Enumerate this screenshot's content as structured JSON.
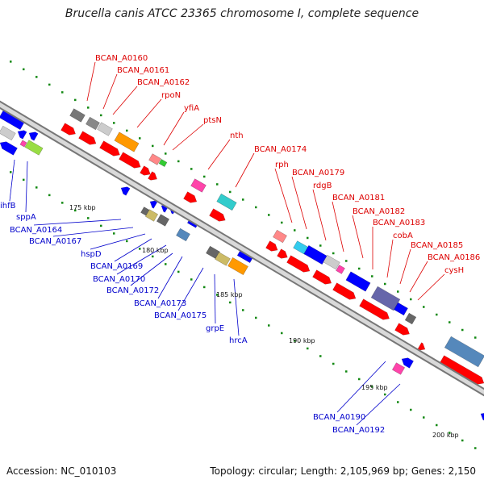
{
  "title": "Brucella canis ATCC 23365 chromosome I, complete sequence",
  "footer": {
    "accession": "Accession: NC_010103",
    "summary": "Topology: circular; Length: 2,105,969 bp; Genes: 2,150"
  },
  "colors": {
    "forward_label": "#dd0000",
    "reverse_label": "#0000cc",
    "backbone": "#999999",
    "tick": "#118811"
  },
  "ticks": [
    "175 kbp",
    "180 kbp",
    "185 kbp",
    "190 kbp",
    "195 kbp",
    "200 kbp"
  ],
  "forward_labels": [
    "BCAN_A0160",
    "BCAN_A0161",
    "BCAN_A0162",
    "rpoN",
    "yfiA",
    "ptsN",
    "nth",
    "BCAN_A0174",
    "rph",
    "BCAN_A0179",
    "rdgB",
    "BCAN_A0181",
    "BCAN_A0182",
    "BCAN_A0183",
    "cobA",
    "BCAN_A0185",
    "BCAN_A0186",
    "cysH"
  ],
  "reverse_labels": [
    "ihfB",
    "sppA",
    "BCAN_A0164",
    "BCAN_A0167",
    "hspD",
    "BCAN_A0169",
    "BCAN_A0170",
    "BCAN_A0172",
    "BCAN_A0173",
    "BCAN_A0175",
    "grpE",
    "hrcA",
    "BCAN_A0190",
    "BCAN_A0192"
  ]
}
